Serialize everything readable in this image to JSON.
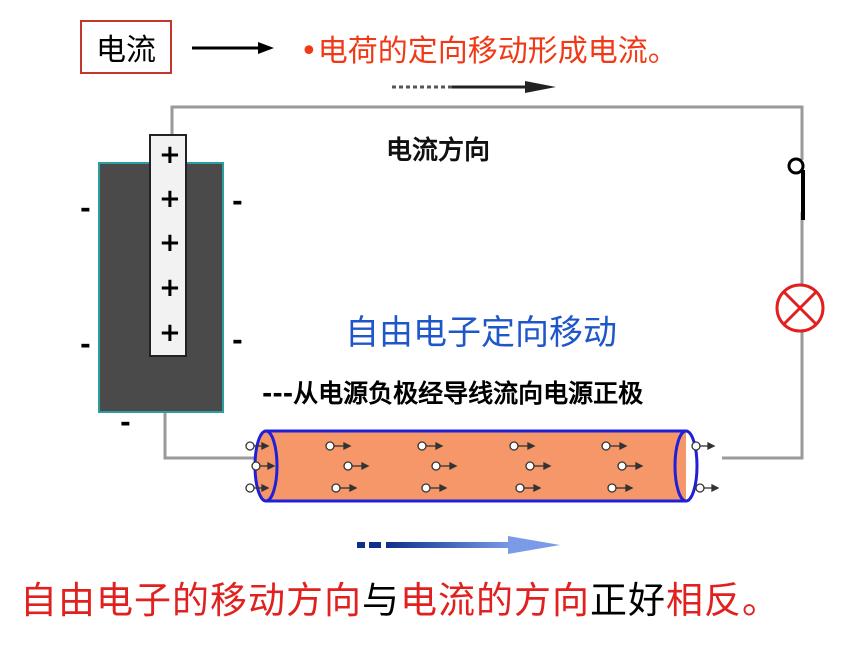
{
  "header": {
    "term": "电流",
    "definition": "•电荷的定向移动形成电流。"
  },
  "diagram": {
    "current_direction_label": "电流方向",
    "electron_heading": "自由电子定向移动",
    "electron_path": "---从电源负极经导线流向电源正极",
    "positive_sign": "+",
    "negative_sign": "-"
  },
  "conclusion": {
    "part1": "自由电子的移动方向",
    "part2": "与",
    "part3": "电流的方向",
    "part4": "正好",
    "part5": "相反。"
  },
  "colors": {
    "accent_red": "#f03a17",
    "heading_blue": "#1f56c8",
    "conductor_orange": "#f6976a",
    "tube_outline_blue": "#2020d8",
    "battery_gray": "#4a4a4a"
  }
}
